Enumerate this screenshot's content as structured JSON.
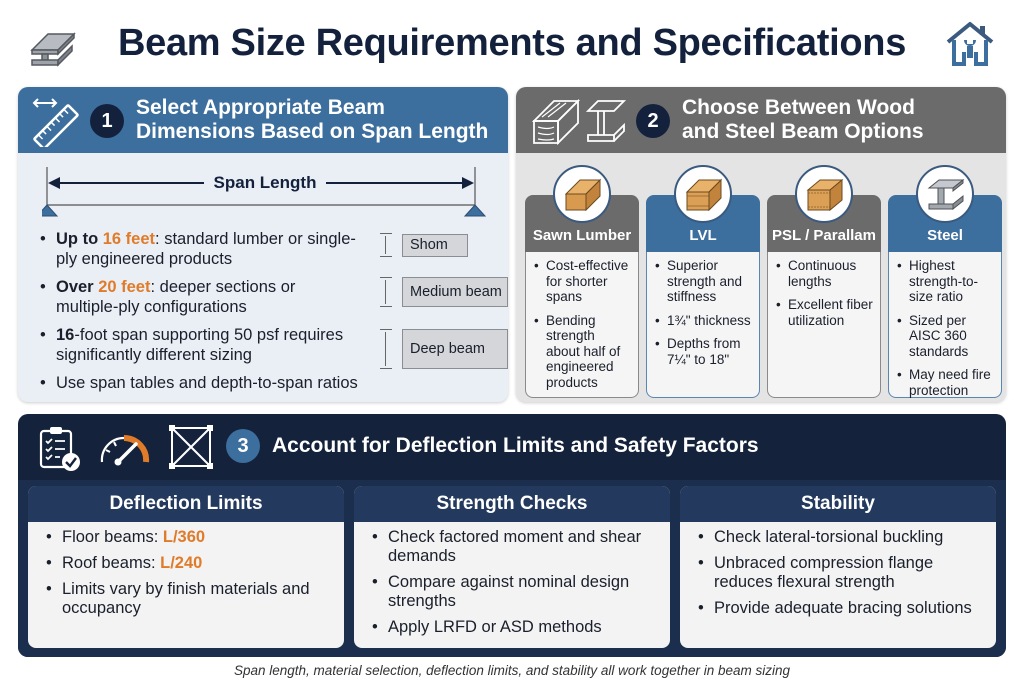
{
  "header": {
    "title": "Beam Size Requirements and Specifications",
    "left_icon": "steel-i-beam-icon",
    "right_icon": "house-wrench-icon"
  },
  "section1": {
    "number": "1",
    "title_line1": "Select Appropriate Beam",
    "title_line2": "Dimensions Based on Span Length",
    "icon": "ruler-icon",
    "span_label": "Span Length",
    "bullets": [
      {
        "prefix": "Up to ",
        "highlight": "16 feet",
        "rest": ": standard lumber or single-ply engineered products"
      },
      {
        "prefix": "Over ",
        "highlight": "20 feet",
        "rest": ": deeper sections or multiple-ply configurations"
      },
      {
        "prefix": "16",
        "rest": "-foot span supporting 50 psf requires significantly different sizing"
      },
      {
        "text": "Use span tables and depth-to-span ratios"
      }
    ],
    "depth_boxes": [
      "Shom",
      "Medium beam",
      "Deep beam"
    ]
  },
  "section2": {
    "number": "2",
    "title_line1": "Choose Between Wood",
    "title_line2": "and Steel Beam Options",
    "materials": [
      {
        "name": "Sawn Lumber",
        "bullets": [
          "Cost-effective for shorter spans",
          "Bending strength about half of engineered products"
        ]
      },
      {
        "name": "LVL",
        "bullets": [
          "Superior strength and stiffness",
          "1¾\" thickness",
          "Depths from 7¼\" to 18\""
        ]
      },
      {
        "name": "PSL / Parallam",
        "bullets": [
          "Continuous lengths",
          "Excellent fiber utilization"
        ]
      },
      {
        "name": "Steel",
        "bullets": [
          "Highest strength-to-size ratio",
          "Sized per AISC 360 standards",
          "May need fire protection"
        ]
      }
    ]
  },
  "section3": {
    "number": "3",
    "title": "Account for Deflection Limits and Safety Factors",
    "cards": [
      {
        "title": "Deflection Limits",
        "bullets": [
          {
            "prefix": "Floor beams: ",
            "highlight": "L/360"
          },
          {
            "prefix": "Roof beams: ",
            "highlight": "L/240"
          },
          {
            "prefix": "Limits vary by finish materials and occupancy"
          }
        ]
      },
      {
        "title": "Strength Checks",
        "bullets": [
          {
            "prefix": "Check factored moment and shear demands"
          },
          {
            "prefix": "Compare against nominal design strengths"
          },
          {
            "prefix": "Apply LRFD or ASD methods"
          }
        ]
      },
      {
        "title": "Stability",
        "bullets": [
          {
            "prefix": "Check lateral-torsional buckling"
          },
          {
            "prefix": "Unbraced compression flange reduces flexural strength"
          },
          {
            "prefix": "Provide adequate bracing solutions"
          }
        ]
      }
    ]
  },
  "caption": "Span length, material selection, deflection limits, and stability all work together in beam sizing",
  "colors": {
    "navy": "#14213d",
    "blue": "#3c6e9e",
    "gray": "#6b6b6b",
    "accent_orange": "#e07b2a",
    "dark_panel": "#15223b"
  }
}
